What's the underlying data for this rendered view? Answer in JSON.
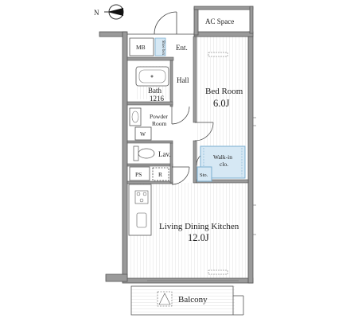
{
  "compass": {
    "north_label": "N"
  },
  "rooms": {
    "ac_space": "AC Space",
    "mb": "MB",
    "shoe_box": "Shoe box",
    "entrance": "Ent.",
    "hall": "Hall",
    "bath": {
      "name": "Bath",
      "size": "1216"
    },
    "powder_room": {
      "line1": "Powder",
      "line2": "Room"
    },
    "washer": "W",
    "lavatory": "Lav.",
    "ps": "PS",
    "refrigerator": "R",
    "bed_room": {
      "name": "Bed Room",
      "area": "6.0J"
    },
    "walk_in_closet": {
      "line1": "Walk-in",
      "line2": "clo."
    },
    "storage": "Sto.",
    "ldk": {
      "name": "Living Dining Kitchen",
      "area": "12.0J"
    },
    "balcony": "Balcony"
  },
  "colors": {
    "wall": "#9a9a9a",
    "wall_stroke": "#555555",
    "closet_fill": "#d6e8f4",
    "closet_stroke": "#7aaed0",
    "floor_hatch": "#e2e2e2",
    "line": "#444444"
  }
}
